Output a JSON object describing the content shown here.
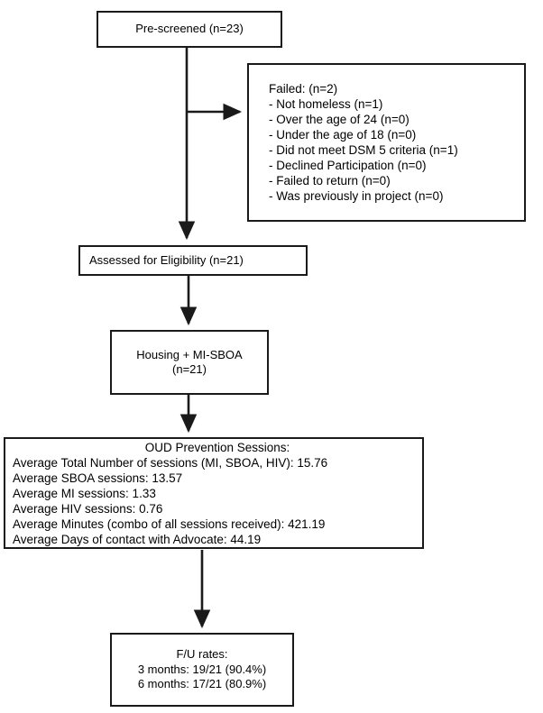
{
  "diagram": {
    "title": "Participant flow diagram",
    "type": "flowchart",
    "orientation": "top-to-bottom",
    "stroke_color": "#1a1a1a",
    "background_color": "#ffffff"
  },
  "nodes": {
    "prescreened": {
      "lines": [
        "Pre-screened (n=23)"
      ]
    },
    "failed": {
      "lines": [
        "Failed: (n=2)",
        "- Not homeless (n=1)",
        "- Over the age of 24 (n=0)",
        "- Under the age of 18 (n=0)",
        "- Did not meet DSM 5 criteria (n=1)",
        "- Declined Participation (n=0)",
        "- Failed to return (n=0)",
        "- Was previously in project (n=0)"
      ]
    },
    "assessed": {
      "lines": [
        "Assessed for Eligibility (n=21)"
      ]
    },
    "housing": {
      "lines": [
        "Housing + MI-SBOA",
        "(n=21)"
      ]
    },
    "oud": {
      "lines": [
        "OUD Prevention Sessions:",
        "Average Total Number of sessions (MI, SBOA, HIV): 15.76",
        "Average SBOA sessions: 13.57",
        "Average MI sessions: 1.33",
        "Average HIV sessions: 0.76",
        "Average Minutes (combo of all sessions received): 421.19",
        "Average Days of contact with Advocate: 44.19"
      ]
    },
    "fu": {
      "lines": [
        "F/U rates:",
        "3 months: 19/21 (90.4%)",
        "6 months: 17/21 (80.9%)"
      ]
    }
  },
  "connectors": [
    {
      "name": "prescreened-to-assessed",
      "from": "prescreened",
      "to": "assessed",
      "direction": "down"
    },
    {
      "name": "prescreened-to-failed",
      "from": "prescreened",
      "to": "failed",
      "direction": "right"
    },
    {
      "name": "assessed-to-housing",
      "from": "assessed",
      "to": "housing",
      "direction": "down"
    },
    {
      "name": "housing-to-oud",
      "from": "housing",
      "to": "oud",
      "direction": "down"
    },
    {
      "name": "oud-to-fu",
      "from": "oud",
      "to": "fu",
      "direction": "down"
    }
  ]
}
